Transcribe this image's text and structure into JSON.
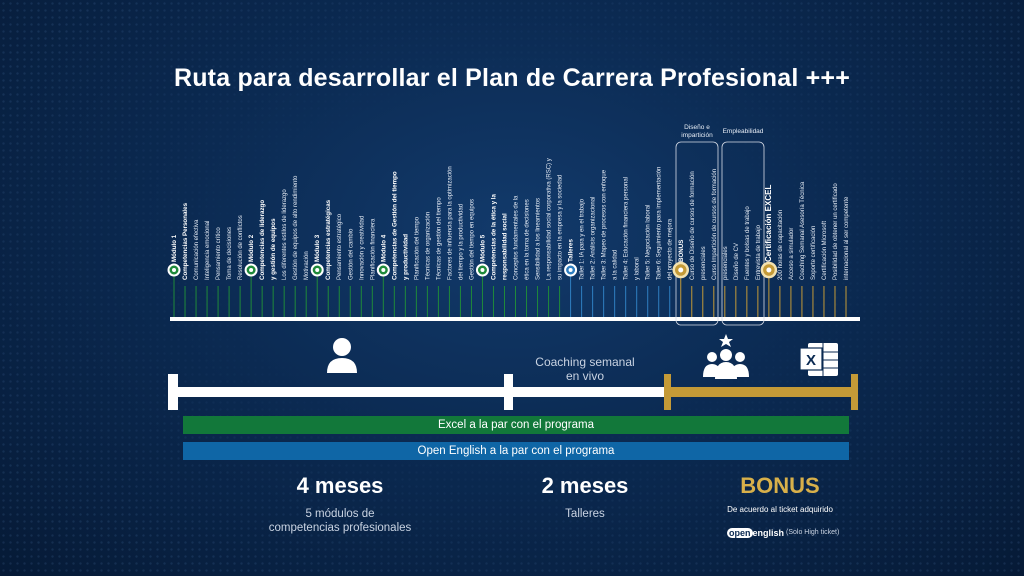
{
  "title": "Ruta para desarrollar el Plan de Carrera Profesional +++",
  "colors": {
    "green": "#1f8a3a",
    "blue": "#2f7fc1",
    "gold": "#c49a37",
    "white": "#ffffff"
  },
  "groups": [
    {
      "lines": [
        "Diseño e",
        "impartición"
      ]
    },
    {
      "lines": [
        "Empleabilidad"
      ]
    }
  ],
  "items": [
    {
      "text": "Módulo 1",
      "style": "b",
      "color": "green",
      "marker": true
    },
    {
      "text": "Competencias Personales",
      "style": "b",
      "color": "green"
    },
    {
      "text": "Comunicación efectiva",
      "color": "green"
    },
    {
      "text": "Inteligencia emocional",
      "color": "green"
    },
    {
      "text": "Pensamiento crítico",
      "color": "green"
    },
    {
      "text": "Toma de decisiones",
      "color": "green"
    },
    {
      "text": "Resolución de conflictos",
      "color": "green"
    },
    {
      "text": "Módulo 2",
      "style": "b",
      "color": "green",
      "marker": true
    },
    {
      "text": "Competencias de liderazgo",
      "style": "b",
      "color": "green"
    },
    {
      "text": "y gestión de equipos",
      "style": "b",
      "color": "green"
    },
    {
      "text": "Los diferentes estilos de liderazgo",
      "color": "green"
    },
    {
      "text": "Gestión de equipos de alto rendimiento",
      "color": "green"
    },
    {
      "text": "Motivación",
      "color": "green"
    },
    {
      "text": "Módulo 3",
      "style": "b",
      "color": "green",
      "marker": true
    },
    {
      "text": "Competencias estratégicas",
      "style": "b",
      "color": "green"
    },
    {
      "text": "Pensamiento estratégico",
      "color": "green"
    },
    {
      "text": "Gestión del cambio",
      "color": "green"
    },
    {
      "text": "Innovación y creatividad",
      "color": "green"
    },
    {
      "text": "Planificación financiera",
      "color": "green"
    },
    {
      "text": "Módulo 4",
      "style": "b",
      "color": "green",
      "marker": true
    },
    {
      "text": "Competencias de Gestión del tiempo",
      "style": "b",
      "color": "green"
    },
    {
      "text": "y productividad",
      "style": "b",
      "color": "green"
    },
    {
      "text": "Planificación del tiempo",
      "color": "green"
    },
    {
      "text": "Técnicas de organización",
      "color": "green"
    },
    {
      "text": "Técnicas de gestión del tiempo",
      "color": "green"
    },
    {
      "text": "Factores de influencia para la optimización",
      "color": "green"
    },
    {
      "text": "del tiempo y la productividad",
      "color": "green"
    },
    {
      "text": "Gestión del tiempo en equipos",
      "color": "green"
    },
    {
      "text": "Módulo 5",
      "style": "b",
      "color": "green",
      "marker": true
    },
    {
      "text": "Competencias de la ética y la",
      "style": "b",
      "color": "green"
    },
    {
      "text": "responsabilidad social",
      "style": "b",
      "color": "green"
    },
    {
      "text": "Conceptos fundamentales de la",
      "color": "green"
    },
    {
      "text": "ética en la toma de decisiones",
      "color": "green"
    },
    {
      "text": "Sensibilidad a los lineamientos",
      "color": "green"
    },
    {
      "text": "La responsabilidad social corporativa (RSC) y",
      "color": "green"
    },
    {
      "text": "su impacto en la empresa y la sociedad",
      "color": "green"
    },
    {
      "text": "Talleres",
      "style": "b",
      "color": "blue",
      "marker": true
    },
    {
      "text": "Taller 1: IA para y en el trabajo",
      "color": "blue"
    },
    {
      "text": "Taller 2: Análisis organizacional",
      "color": "blue"
    },
    {
      "text": "Taller 3: Mapeo de procesos con enfoque",
      "color": "blue"
    },
    {
      "text": "a la calidad",
      "color": "blue"
    },
    {
      "text": "Taller 4: Educación financiera personal",
      "color": "blue"
    },
    {
      "text": "y laboral",
      "color": "blue"
    },
    {
      "text": "Taller 5: Negociación laboral",
      "color": "blue"
    },
    {
      "text": "Taller 6: Seguimiento para implementación",
      "color": "blue"
    },
    {
      "text": "del proyecto de mejora",
      "color": "blue"
    },
    {
      "text": "BONUS",
      "style": "b",
      "color": "gold",
      "marker": true
    },
    {
      "text": "Curso de Diseño de cursos de formación",
      "color": "gold"
    },
    {
      "text": "presenciales",
      "color": "gold"
    },
    {
      "text": "Curso Impartición de cursos de formación",
      "color": "gold"
    },
    {
      "text": "presenciales",
      "color": "gold"
    },
    {
      "text": "Diseño de CV",
      "color": "gold"
    },
    {
      "text": "Fuentes y bolsas de trabajo",
      "color": "gold"
    },
    {
      "text": "Entrevista de trabajo",
      "color": "gold"
    },
    {
      "text": "Certificación EXCEL",
      "style": "big",
      "color": "gold",
      "marker": true
    },
    {
      "text": "200 horas de capacitación",
      "color": "gold"
    },
    {
      "text": "Acceso a simulador",
      "color": "gold"
    },
    {
      "text": "Coaching Semanal Asesoría Técnica",
      "color": "gold"
    },
    {
      "text": "Soporte certificación",
      "color": "gold"
    },
    {
      "text": "Certificación Microsoft",
      "color": "gold"
    },
    {
      "text": "Posibilidad de obtener un certificado",
      "color": "gold"
    },
    {
      "text": "internacional al ser competente",
      "color": "gold"
    }
  ],
  "coaching": {
    "line1": "Coaching semanal",
    "line2": "en vivo"
  },
  "bands": {
    "excel": "Excel a la par con el programa",
    "open_english": "Open English a la par con el programa"
  },
  "stats": [
    {
      "value": "4 meses",
      "line1": "5 módulos de",
      "line2": "competencias profesionales"
    },
    {
      "value": "2 meses",
      "line1": "Talleres"
    },
    {
      "value": "BONUS",
      "line1": "De acuerdo al ticket adquirido"
    }
  ],
  "icons": {
    "person": "person-icon",
    "group": "group-star-icon",
    "excel": "excel-icon",
    "excel_letter": "X"
  },
  "footer": {
    "logo_open": "open",
    "logo_english": "english",
    "note": "(Solo High ticket)"
  }
}
